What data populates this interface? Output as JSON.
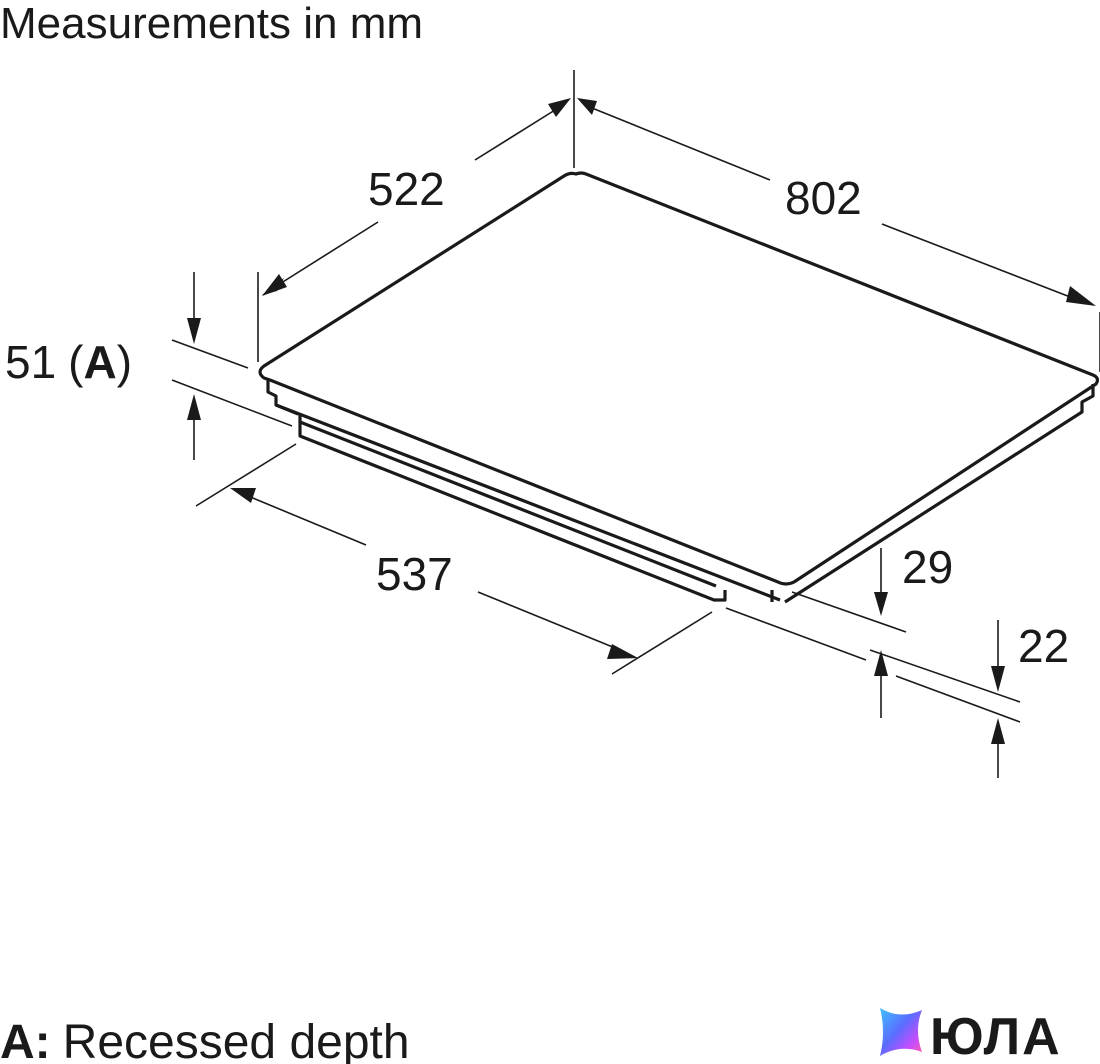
{
  "title": "Measurements in mm",
  "dimensions": {
    "depth_top": "522",
    "width_top": "802",
    "recess_value": "51",
    "recess_open": "(",
    "recess_letter": "A",
    "recess_close": ")",
    "cutout_width": "537",
    "height_29": "29",
    "height_22": "22"
  },
  "legend": {
    "key": "A:",
    "text": "Recessed depth"
  },
  "logo": {
    "text": "ЮЛА",
    "colors": [
      "#5b6cff",
      "#3ec1ff",
      "#c44dff",
      "#ff5fa8"
    ]
  }
}
